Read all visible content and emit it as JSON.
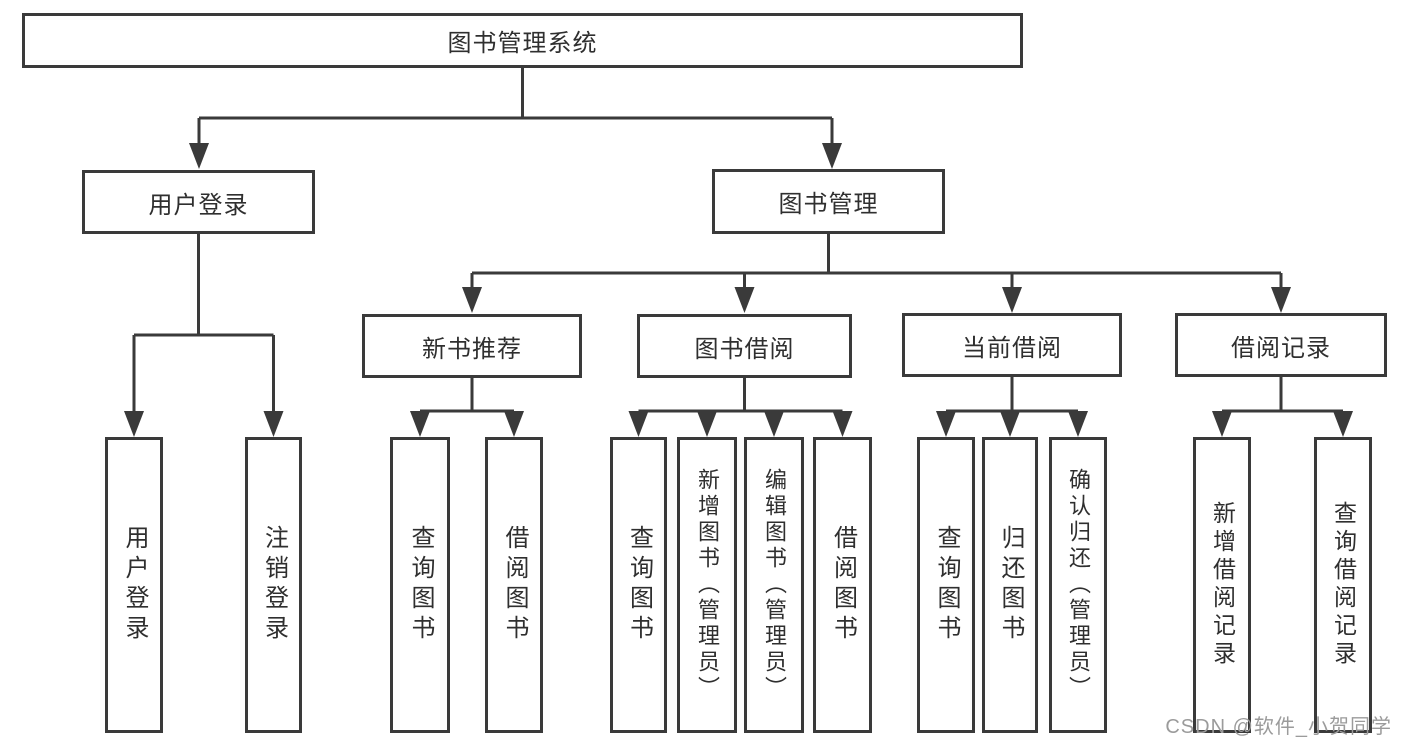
{
  "diagram_type": "hierarchy-tree",
  "colors": {
    "line": "#3a3a3a",
    "box_border": "#3a3a3a",
    "box_fill": "#ffffff",
    "text": "#2f2f2f",
    "watermark": "#9b9b9b"
  },
  "tree": {
    "root": "图书管理系统",
    "children": [
      {
        "label": "用户登录",
        "children": [
          {
            "label": "用户登录"
          },
          {
            "label": "注销登录"
          }
        ]
      },
      {
        "label": "图书管理",
        "children": [
          {
            "label": "新书推荐",
            "children": [
              {
                "label": "查询图书"
              },
              {
                "label": "借阅图书"
              }
            ]
          },
          {
            "label": "图书借阅",
            "children": [
              {
                "label": "查询图书"
              },
              {
                "label": "新增图书（管理员）"
              },
              {
                "label": "编辑图书（管理员）"
              },
              {
                "label": "借阅图书"
              }
            ]
          },
          {
            "label": "当前借阅",
            "children": [
              {
                "label": "查询图书"
              },
              {
                "label": "归还图书"
              },
              {
                "label": "确认归还（管理员）"
              }
            ]
          },
          {
            "label": "借阅记录",
            "children": [
              {
                "label": "新增借阅记录"
              },
              {
                "label": "查询借阅记录"
              }
            ]
          }
        ]
      }
    ]
  },
  "watermark": {
    "text": "CSDN @软件_小贺同学"
  }
}
